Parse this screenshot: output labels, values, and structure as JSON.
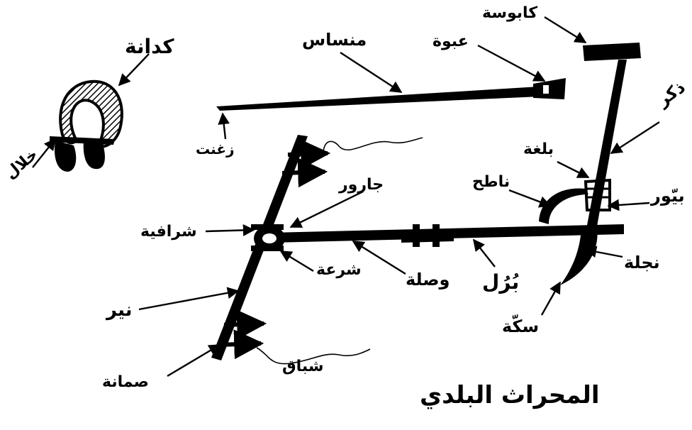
{
  "title": "المحراث البلدي",
  "labels": {
    "kabusa": "كابوسة",
    "abwa": "عبوة",
    "mansas": "منساس",
    "zughnat": "زغنت",
    "kadana": "كدانة",
    "khalal": "خلال",
    "dhakar": "ذكر",
    "balgha": "بلغة",
    "natih": "ناطح",
    "bayyur": "بيّور",
    "jarur": "جارور",
    "sharafiya": "شرافية",
    "shar_a": "شرعة",
    "wasla": "وصلة",
    "burul": "بُرُل",
    "najla": "نجلة",
    "sikka": "سكّة",
    "nir": "نير",
    "shibaq": "شباق",
    "samana": "صمانة"
  },
  "colors": {
    "ink": "#000000",
    "paper": "#ffffff"
  }
}
